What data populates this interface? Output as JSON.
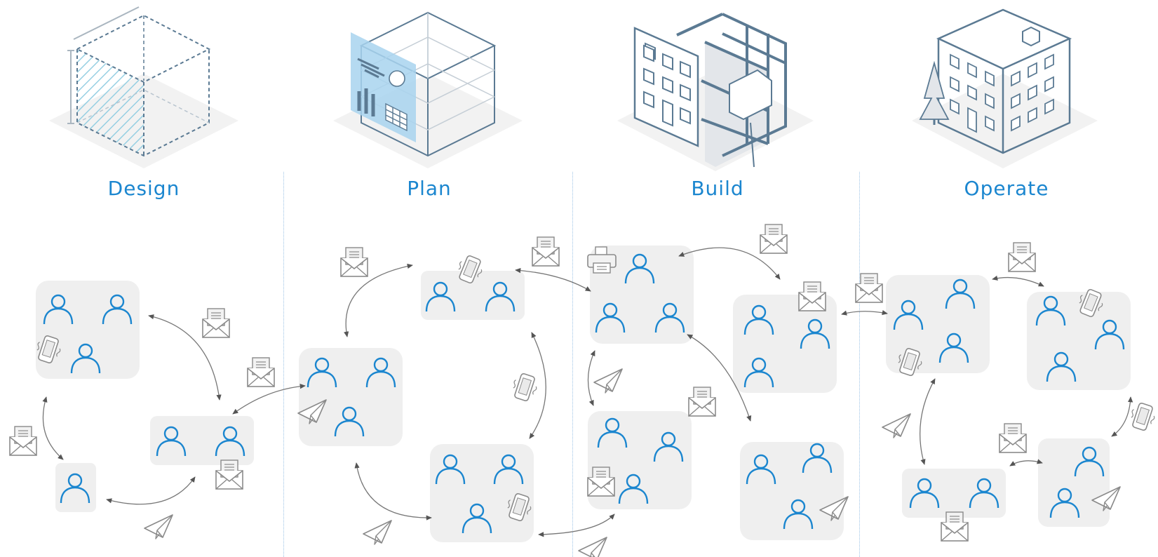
{
  "phases": [
    {
      "title": "Design"
    },
    {
      "title": "Plan"
    },
    {
      "title": "Build"
    },
    {
      "title": "Operate"
    }
  ],
  "colors": {
    "title_blue": "#1b86cf",
    "person_blue": "#1b86cf",
    "group_bg": "#efefef",
    "icon_gray": "#8a8a8a",
    "building_stroke": "#5b7a93",
    "plan_panel": "#a8d4ee",
    "divider": "#9cc3e6"
  },
  "icons": [
    "envelope-icon",
    "phone-icon",
    "paper-plane-icon",
    "printer-icon",
    "person-icon"
  ]
}
